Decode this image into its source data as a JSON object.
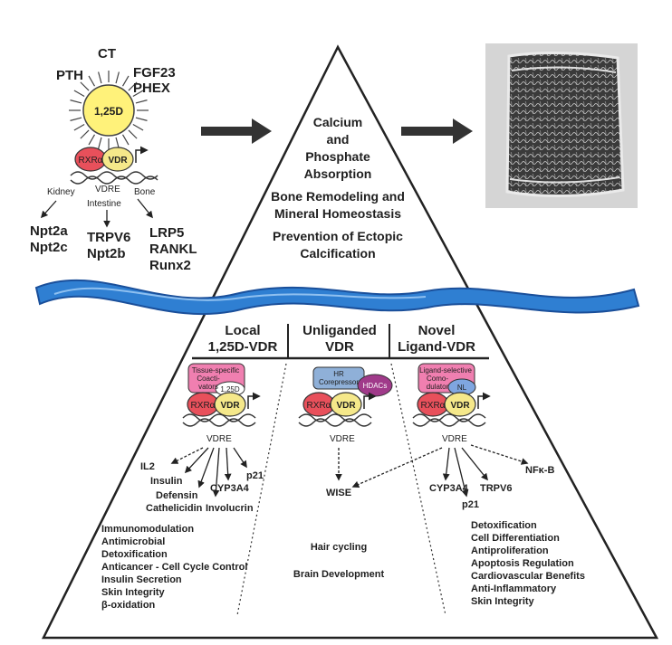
{
  "hormones": {
    "pth": "PTH",
    "ct": "CT",
    "fgf23": "FGF23",
    "phex": "PHEX",
    "center": "1,25D"
  },
  "receptor": {
    "rxr": "RXRα",
    "vdr": "VDR",
    "vdre": "VDRE"
  },
  "tissues": {
    "kidney": "Kidney",
    "intestine": "Intestine",
    "bone": "Bone"
  },
  "genes": {
    "kidney": [
      "Npt2a",
      "Npt2c"
    ],
    "intestine": [
      "TRPV6",
      "Npt2b"
    ],
    "bone": [
      "LRP5",
      "RANKL",
      "Runx2"
    ]
  },
  "apex_functions": [
    "Calcium",
    "and",
    "Phosphate",
    "Absorption",
    "Bone Remodeling and",
    "Mineral Homeostasis",
    "Prevention of Ectopic",
    "Calcification"
  ],
  "columns": {
    "local": {
      "title": [
        "Local",
        "1,25D-VDR"
      ],
      "coactivator": [
        "Tissue-specific",
        "Coacti-",
        "vators"
      ],
      "ligand": "1,25D",
      "targets": [
        "IL2",
        "Insulin",
        "Defensin",
        "Cathelicidin",
        "Involucrin",
        "CYP3A4",
        "p21"
      ],
      "effects": [
        "Immunomodulation",
        "Antimicrobial",
        "Detoxification",
        "Anticancer - Cell Cycle Control",
        "Insulin Secretion",
        "Skin Integrity",
        "β-oxidation"
      ]
    },
    "unliganded": {
      "title": [
        "Unliganded",
        "VDR"
      ],
      "corepressor": [
        "HR",
        "Corepressor"
      ],
      "hdacs": "HDACs",
      "target": "WISE",
      "effects": [
        "Hair cycling",
        "Brain Development"
      ]
    },
    "novel": {
      "title": [
        "Novel",
        "Ligand-VDR"
      ],
      "comodulator": [
        "Ligand-selective",
        "Como-",
        "dulator"
      ],
      "ligand": "NL",
      "targets": [
        "CYP3A4",
        "p21",
        "TRPV6",
        "NFκ-B"
      ],
      "effects": [
        "Detoxification",
        "Cell Differentiation",
        "Antiproliferation",
        "Apoptosis Regulation",
        "Cardiovascular Benefits",
        "Anti-Inflammatory",
        "Skin Integrity"
      ]
    }
  },
  "colors": {
    "rxr": "#e8505b",
    "vdr": "#f5e88a",
    "sun": "#fff27a",
    "coactivator": "#f07fb0",
    "corepressor": "#8fb0d8",
    "hdacs": "#a03a8a",
    "nl": "#7fa6e0",
    "wave": "#2f7fd2",
    "wave_dark": "#1a4f9a"
  }
}
